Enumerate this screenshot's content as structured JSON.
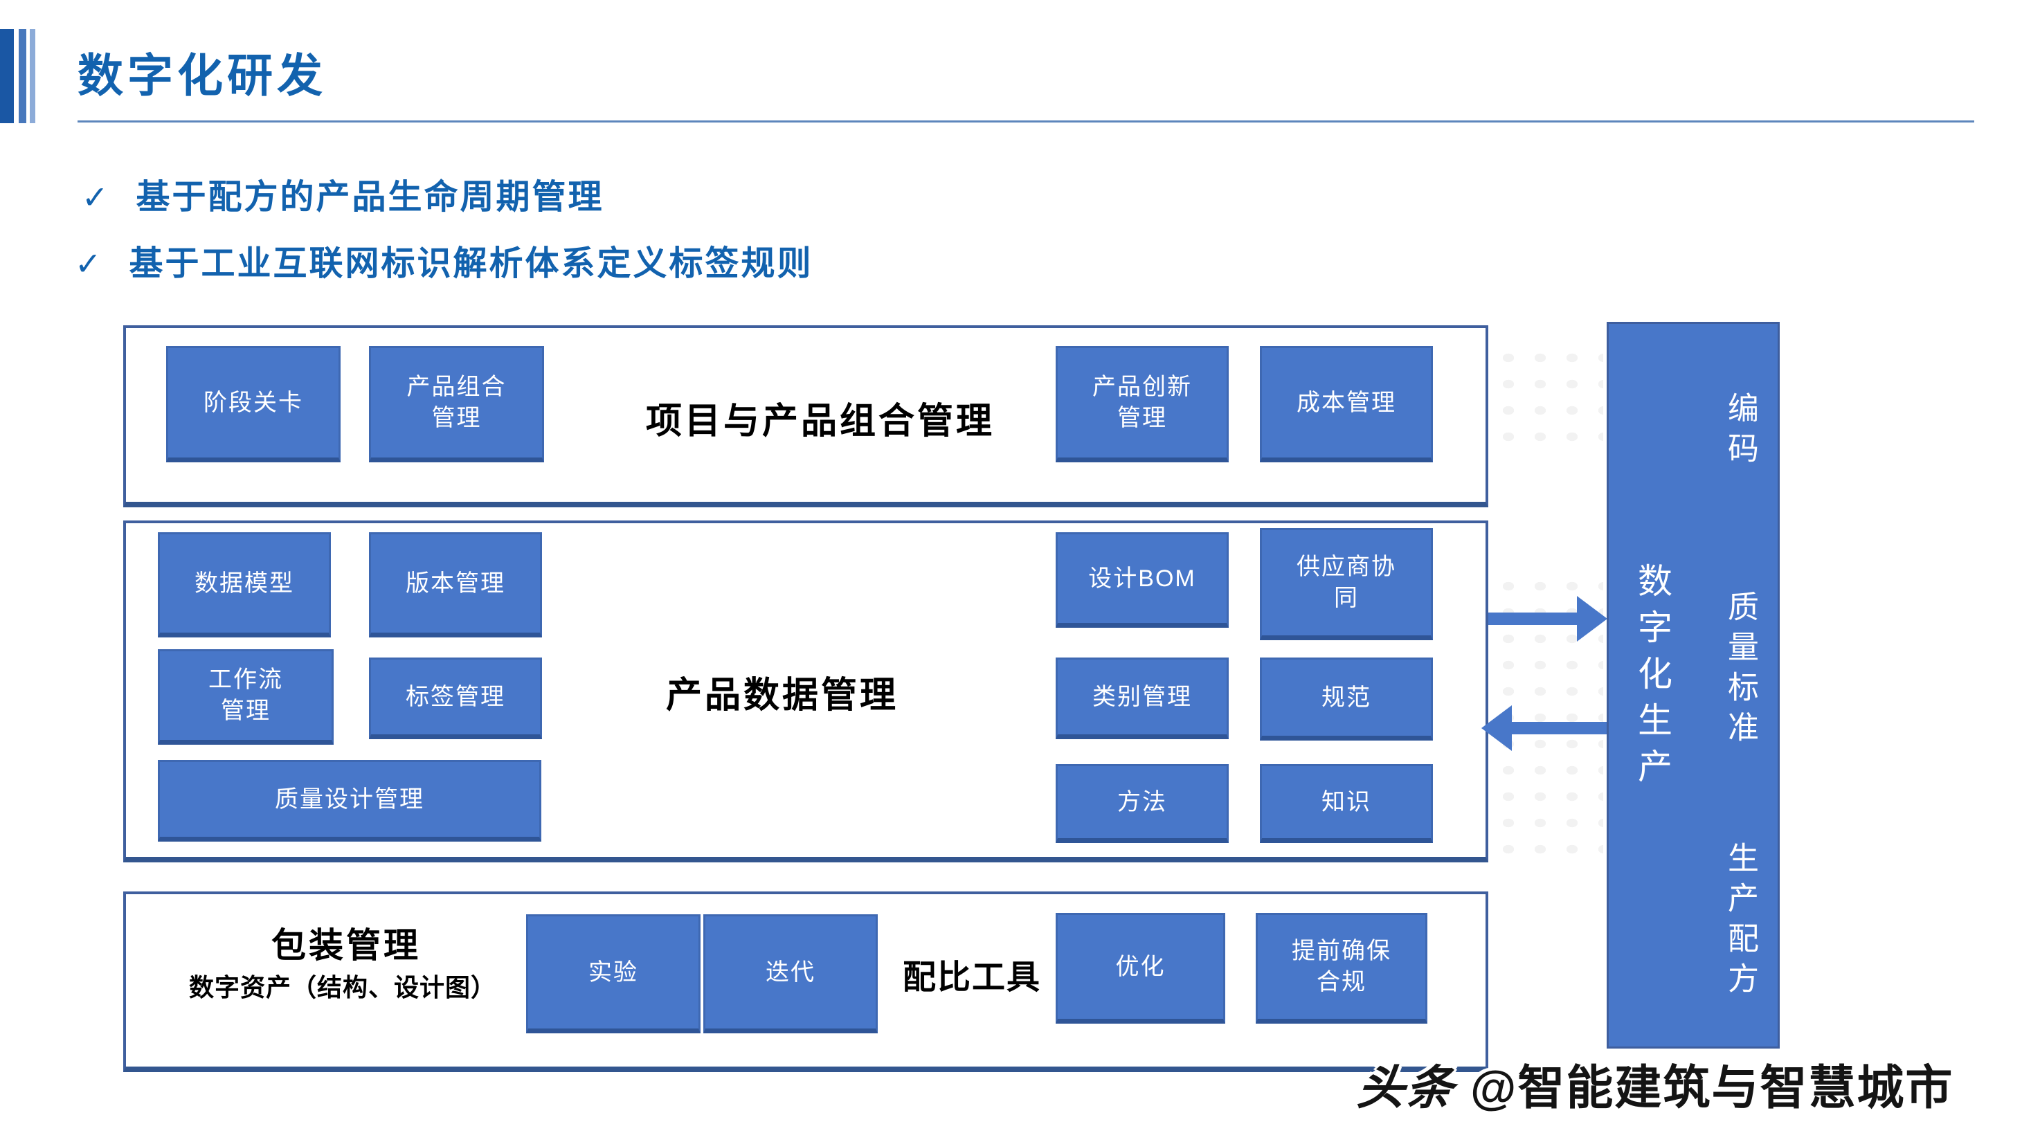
{
  "header": {
    "title": "数字化研发"
  },
  "bullets": {
    "check": "✓",
    "items": [
      "基于配方的产品生命周期管理",
      "基于工业互联网标识解析体系定义标签规则"
    ]
  },
  "sections": {
    "portfolio": {
      "title": "项目与产品组合管理",
      "boxes": {
        "stage_gate": "阶段关卡",
        "portfolio_mgmt": "产品组合\n管理",
        "innovation": "产品创新\n管理",
        "cost": "成本管理"
      }
    },
    "pdm": {
      "title": "产品数据管理",
      "boxes": {
        "data_model": "数据模型",
        "version": "版本管理",
        "workflow": "工作流\n管理",
        "label": "标签管理",
        "quality_design": "质量设计管理",
        "design_bom": "设计BOM",
        "supplier": "供应商协\n同",
        "category": "类别管理",
        "spec": "规范",
        "method": "方法",
        "knowledge": "知识"
      }
    },
    "packaging": {
      "title": "包装管理",
      "subtitle": "数字资产（结构、设计图）",
      "tool_label": "配比工具",
      "boxes": {
        "experiment": "实验",
        "iteration": "迭代",
        "optimize": "优化",
        "compliance": "提前确保\n合规"
      }
    }
  },
  "sidebar": {
    "main": "数字化生产",
    "items": [
      "编码",
      "质量标准",
      "生产配方"
    ]
  },
  "watermark": {
    "source": "头条",
    "at": "@智能建筑与智慧城市"
  },
  "colors": {
    "accent_blue": "#1262AE",
    "box_fill": "#4877C9",
    "box_border": "#2F5597",
    "section_border": "#3F5F9E",
    "text_on_blue": "#FFFFFF",
    "diagram_text": "#000000"
  }
}
